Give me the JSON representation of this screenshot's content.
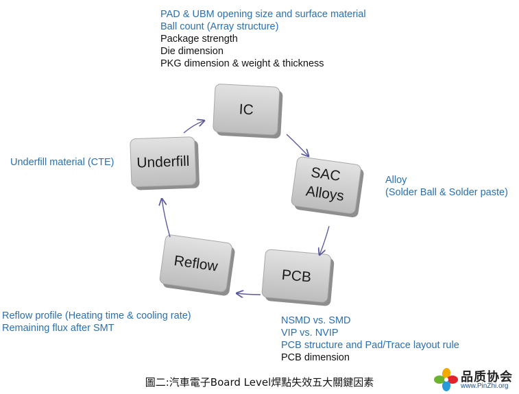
{
  "notes": {
    "ic": [
      {
        "text": "PAD & UBM opening size and surface material",
        "color": "blue"
      },
      {
        "text": "Ball count (Array structure)",
        "color": "blue"
      },
      {
        "text": "Package strength",
        "color": "black"
      },
      {
        "text": "Die dimension",
        "color": "black"
      },
      {
        "text": "PKG dimension & weight & thickness",
        "color": "black"
      }
    ],
    "underfill": [
      {
        "text": "Underfill material (CTE)",
        "color": "blue"
      }
    ],
    "sac": [
      {
        "text": "Alloy",
        "color": "blue"
      },
      {
        "text": "(Solder Ball & Solder paste)",
        "color": "blue"
      }
    ],
    "reflow": [
      {
        "text": "Reflow profile (Heating time & cooling rate)",
        "color": "blue"
      },
      {
        "text": "Remaining flux after SMT",
        "color": "blue"
      }
    ],
    "pcb": [
      {
        "text": "NSMD vs. SMD",
        "color": "blue"
      },
      {
        "text": "VIP vs. NVIP",
        "color": "blue"
      },
      {
        "text": "PCB structure  and Pad/Trace layout rule",
        "color": "blue"
      },
      {
        "text": "PCB dimension",
        "color": "black"
      }
    ]
  },
  "boxes": {
    "ic": [
      "IC"
    ],
    "sac": [
      "SAC",
      "Alloys"
    ],
    "pcb": [
      "PCB"
    ],
    "reflow": [
      "Reflow"
    ],
    "underfill": [
      "Underfill"
    ]
  },
  "caption": "圖二:汽車電子Board Level焊點失效五大關鍵因素",
  "logo": {
    "title": "品质协会",
    "url": "www.PinZhi.org"
  },
  "colors": {
    "text_blue": "#2a6fb0",
    "arrow": "#5b5a9e",
    "box_fill": "#c8c8c8",
    "box_edge": "#8e8e8e"
  }
}
